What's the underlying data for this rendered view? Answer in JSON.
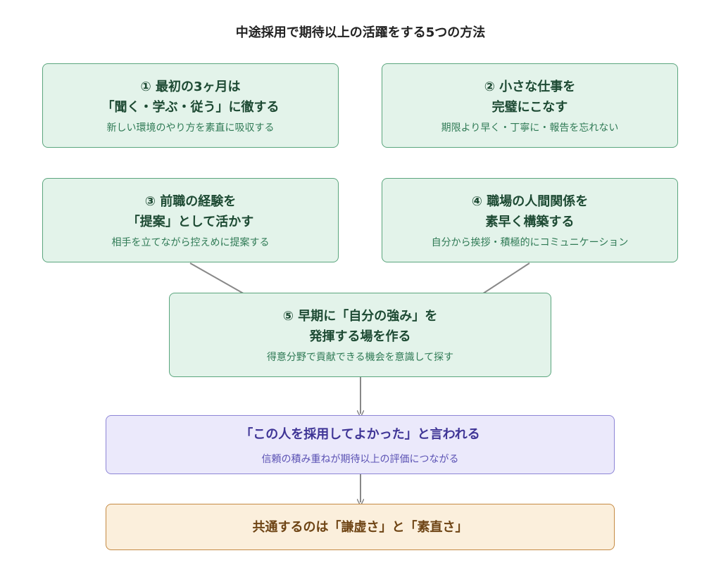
{
  "title": "中途採用で期待以上の活躍をする5つの方法",
  "colors": {
    "green_fill": "#e3f3ea",
    "green_border": "#5aa57d",
    "purple_fill": "#ebe9fb",
    "purple_border": "#8d85d6",
    "orange_fill": "#fbefdc",
    "orange_border": "#c58a43",
    "connector": "#888888"
  },
  "steps": [
    {
      "line1": "① 最初の3ヶ月は",
      "line2": "「聞く・学ぶ・従う」に徹する",
      "sub": "新しい環境のやり方を素直に吸収する"
    },
    {
      "line1": "② 小さな仕事を",
      "line2": "完璧にこなす",
      "sub": "期限より早く・丁寧に・報告を忘れない"
    },
    {
      "line1": "③ 前職の経験を",
      "line2": "「提案」として活かす",
      "sub": "相手を立てながら控えめに提案する"
    },
    {
      "line1": "④ 職場の人間関係を",
      "line2": "素早く構築する",
      "sub": "自分から挨拶・積極的にコミュニケーション"
    },
    {
      "line1": "⑤ 早期に「自分の強み」を",
      "line2": "発揮する場を作る",
      "sub": "得意分野で貢献できる機会を意識して探す"
    }
  ],
  "result": {
    "heading": "「この人を採用してよかった」と言われる",
    "sub": "信頼の積み重ねが期待以上の評価につながる"
  },
  "common": {
    "heading": "共通するのは「謙虚さ」と「素直さ」"
  }
}
